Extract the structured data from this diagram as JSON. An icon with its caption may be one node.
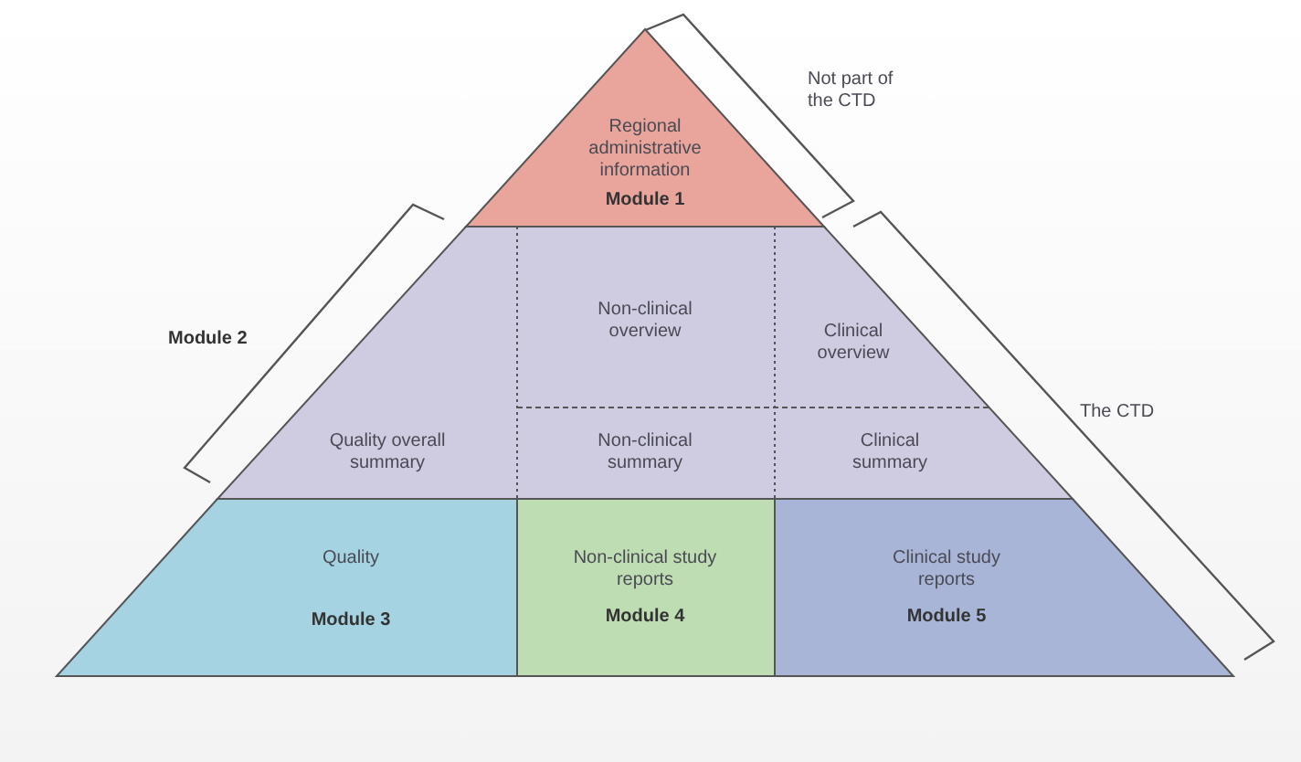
{
  "diagram": {
    "nodes": [
      {
        "text": [
          "Regional administrative information",
          "Module 1"
        ]
      },
      {
        "text": [
          "Quality overall summary"
        ]
      },
      {
        "text": [
          "Non-clinical overview"
        ]
      },
      {
        "text": [
          "Clinical overview"
        ]
      },
      {
        "text": [
          "Non-clinical summary"
        ]
      },
      {
        "text": [
          "Clinical summary"
        ]
      },
      {
        "text": [
          "Quality",
          "Module 3"
        ]
      },
      {
        "text": [
          "Non-clinical study reports",
          "Module 4"
        ]
      },
      {
        "text": [
          "Clinical study reports",
          "Module 5"
        ]
      }
    ],
    "edges": [],
    "labels": [
      "Not part of the CTD",
      "Module 2",
      "The CTD"
    ]
  }
}
